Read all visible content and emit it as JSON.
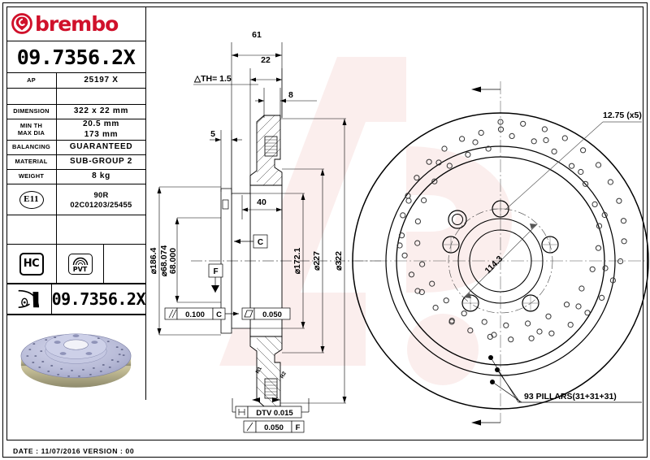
{
  "sheet": {
    "date_line": "DATE :  11/07/2016 VERSION :  00",
    "watermark": "brembo"
  },
  "brand": {
    "name": "brembo",
    "logo_color": "#d0112b"
  },
  "info_table": {
    "part_number": "09.7356.2X",
    "part_number_repeat": "09.7356.2X",
    "rows": [
      {
        "label": "AP",
        "value": "25197 X"
      },
      {
        "label": "",
        "value": ""
      },
      {
        "label": "DIMENSION",
        "value": "322 x 22 mm"
      },
      {
        "label": "MIN TH\nMAX DIA",
        "value": "20.5 mm\n173 mm"
      },
      {
        "label": "BALANCING",
        "value": "GUARANTEED"
      },
      {
        "label": "MATERIAL",
        "value": "SUB-GROUP 2"
      },
      {
        "label": "WEIGHT",
        "value": "8 kg"
      }
    ],
    "min_th": "20.5 mm",
    "max_dia": "173 mm",
    "homologation": {
      "badge": "E11",
      "line1": "90R",
      "line2": "02C01203/25455"
    },
    "icons": {
      "hc": "HC",
      "pvt": "PVT"
    }
  },
  "section_view": {
    "dim_61": "61",
    "dim_22": "22",
    "dim_8": "8",
    "dim_5": "5",
    "dim_40": "40",
    "th_tolerance": "TH= 1.5",
    "th_symbol": "△",
    "dia_186_4": "186.4",
    "dia_68_074": "68.074",
    "dia_68_000": "68.000",
    "dia_172_1": "172.1",
    "dia_227": "227",
    "dia_322": "322",
    "datum_c": "C",
    "datum_f": "F",
    "gtol_parallel": {
      "symbol": "//",
      "value": "0.100",
      "datum": "C"
    },
    "gtol_flatness": {
      "symbol": "▱",
      "value": "0.050",
      "datum": ""
    },
    "gtol_dtv": {
      "symbol": "⌶",
      "value": "DTV 0.015",
      "datum": ""
    },
    "gtol_runout": {
      "symbol": "/",
      "value": "0.050",
      "datum": "F"
    }
  },
  "face_view": {
    "hole_callout": "12.75 (x5)",
    "bolt_circle": "114.3",
    "pillars": "93 PILLARS(31+31+31)"
  }
}
